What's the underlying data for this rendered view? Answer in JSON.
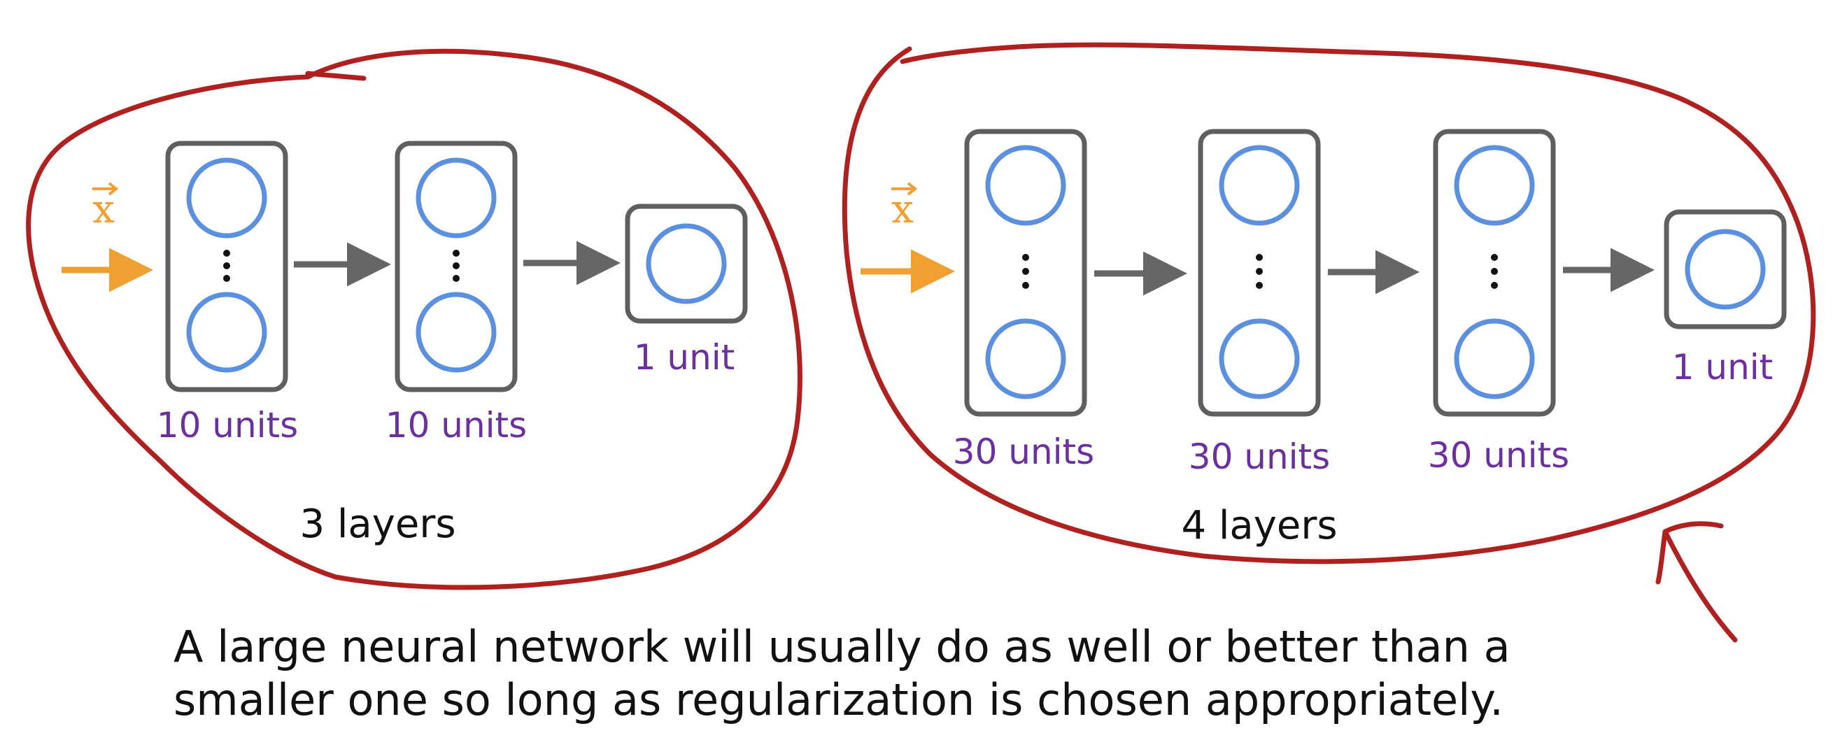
{
  "input_symbol": "x",
  "networks": [
    {
      "layers_label": "3 layers",
      "hidden_units": [
        "10 units",
        "10 units"
      ],
      "output_unit": "1 unit"
    },
    {
      "layers_label": "4 layers",
      "hidden_units": [
        "30 units",
        "30 units",
        "30 units"
      ],
      "output_unit": "1 unit"
    }
  ],
  "caption": [
    "A large neural network will usually do as well or better than a",
    "smaller one so long as regularization is chosen appropriately."
  ],
  "colors": {
    "input_arrow": "#f0a030",
    "arrow": "#666666",
    "box_stroke": "#5f5f5f",
    "neuron": "#5b8fe0",
    "unit_label": "#6b2fa0",
    "annotation": "#b0201e"
  }
}
